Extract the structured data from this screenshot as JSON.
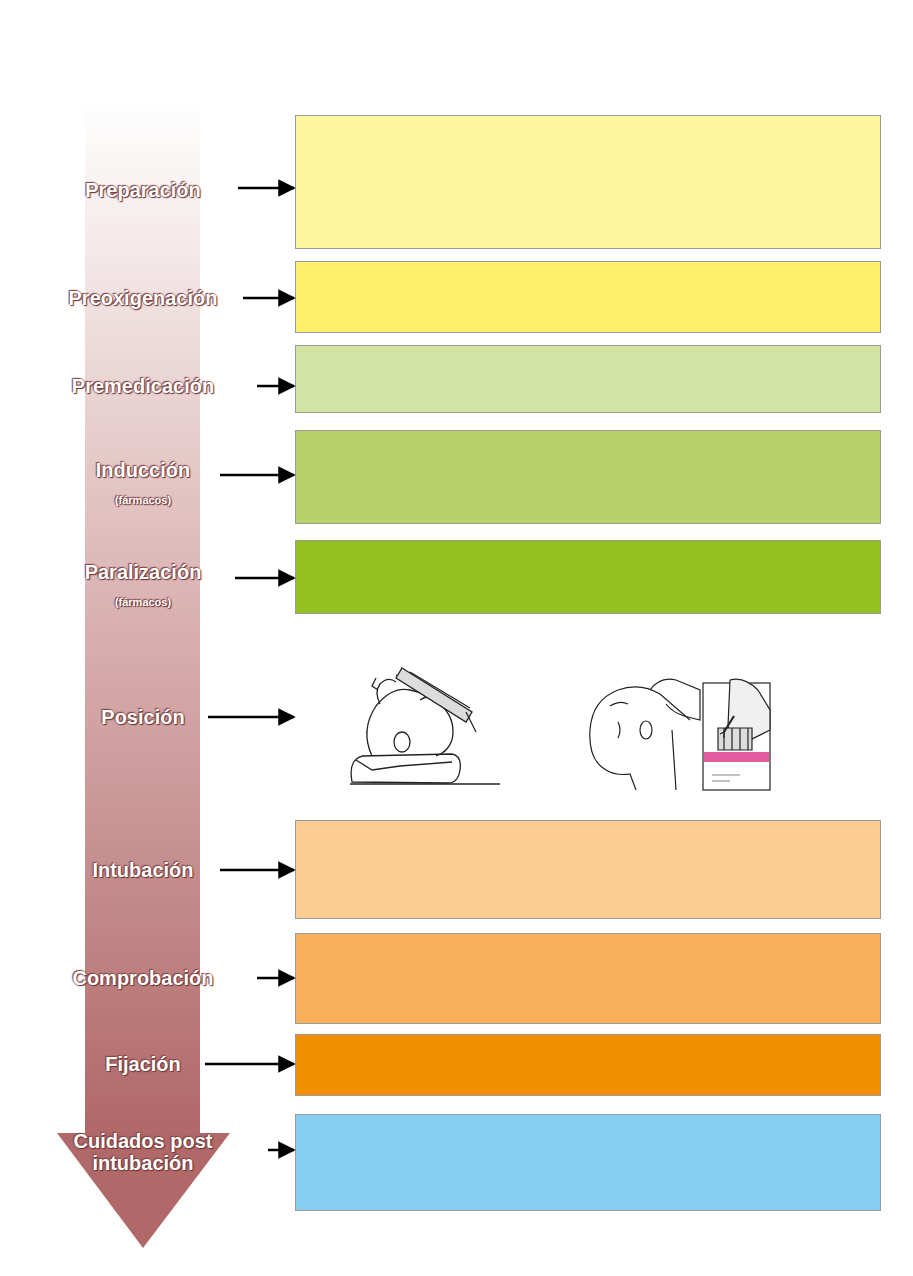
{
  "diagram": {
    "labels": [
      "Preparación",
      "Preoxigenación",
      "Premedicación",
      "Inducción",
      "(fármacos)",
      "Paralización",
      "(fármacos)",
      "Posición",
      "Intubación",
      "Comprobación",
      "Fijación",
      "Cuidados post intubación"
    ]
  }
}
